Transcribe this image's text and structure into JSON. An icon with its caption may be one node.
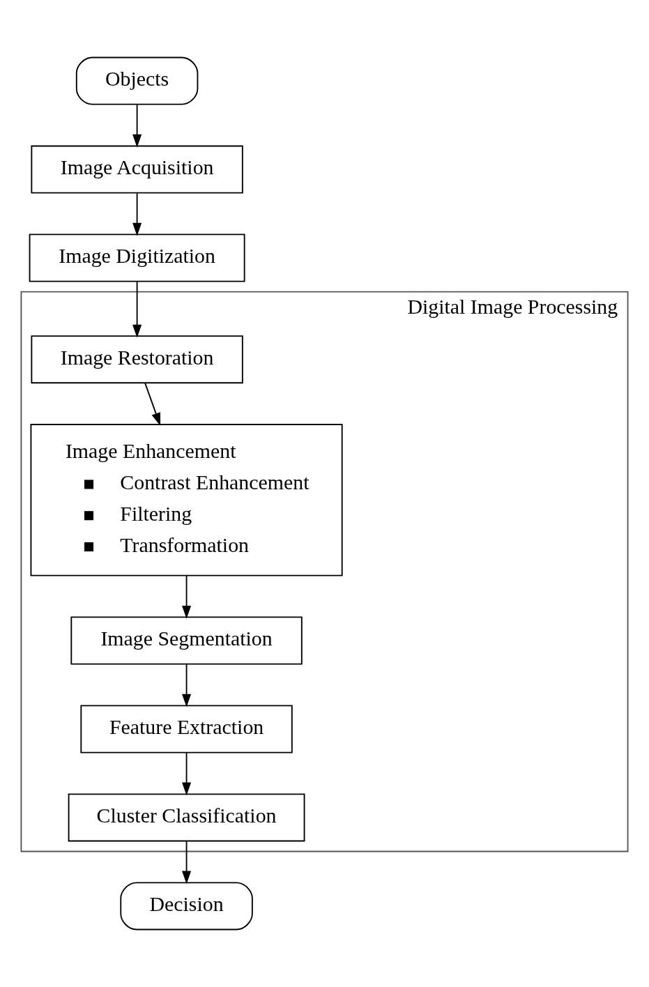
{
  "diagram": {
    "nodes": [
      {
        "text": [
          "Objects"
        ]
      },
      {
        "text": [
          "Image Acquisition"
        ]
      },
      {
        "text": [
          "Image Digitization"
        ]
      },
      {
        "text": [
          "Digital Image Processing"
        ]
      },
      {
        "text": [
          "Image Restoration"
        ],
        "in": 3
      },
      {
        "text": [
          "Image Enhancement",
          "Contrast Enhancement",
          "Filtering",
          "Transformation"
        ],
        "in": 3
      },
      {
        "text": [
          "Image Segmentation"
        ],
        "in": 3
      },
      {
        "text": [
          "Feature Extraction"
        ],
        "in": 3
      },
      {
        "text": [
          "Cluster Classification"
        ],
        "in": 3
      },
      {
        "text": [
          "Decision"
        ]
      }
    ],
    "edges": [
      {
        "from": 0,
        "to": 1,
        "arrow": "to"
      },
      {
        "from": 1,
        "to": 2,
        "arrow": "to"
      },
      {
        "from": 2,
        "to": 4,
        "arrow": "to"
      },
      {
        "from": 4,
        "to": 5,
        "arrow": "to"
      },
      {
        "from": 5,
        "to": 6,
        "arrow": "to"
      },
      {
        "from": 6,
        "to": 7,
        "arrow": "to"
      },
      {
        "from": 7,
        "to": 8,
        "arrow": "to"
      },
      {
        "from": 8,
        "to": 9,
        "arrow": "to"
      }
    ]
  }
}
